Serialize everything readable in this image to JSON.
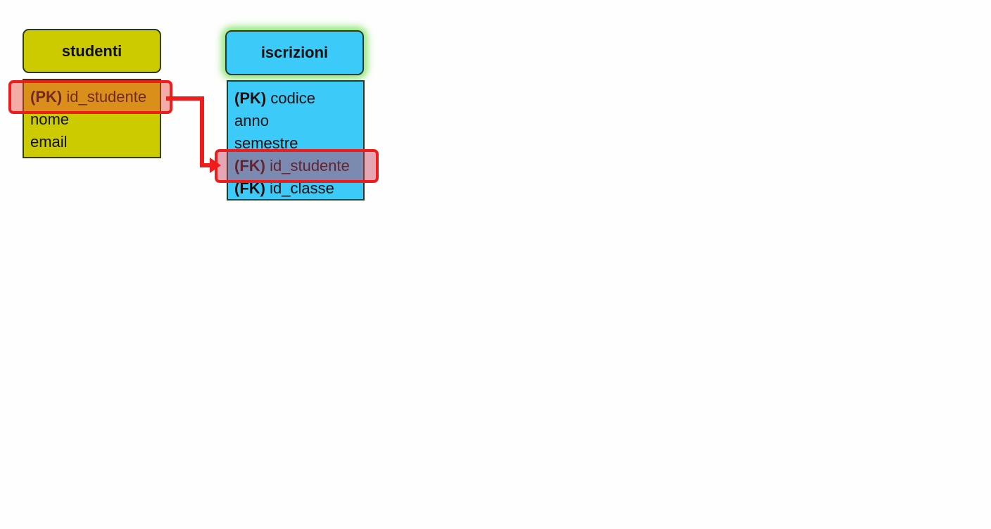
{
  "tables": [
    {
      "name": "studenti",
      "color": "#cccb00",
      "fields": [
        {
          "key": "(PK)",
          "name": "id_studente"
        },
        {
          "key": "",
          "name": "nome"
        },
        {
          "key": "",
          "name": "email"
        }
      ]
    },
    {
      "name": "iscrizioni",
      "color": "#3ccaf8",
      "fields": [
        {
          "key": "(PK)",
          "name": "codice"
        },
        {
          "key": "",
          "name": "anno"
        },
        {
          "key": "",
          "name": "semestre"
        },
        {
          "key": "(FK)",
          "name": "id_studente"
        },
        {
          "key": "(FK)",
          "name": "id_classe"
        }
      ]
    }
  ],
  "relationship": {
    "from": "studenti.id_studente",
    "to": "iscrizioni.id_studente",
    "color": "#ef1c1c"
  }
}
